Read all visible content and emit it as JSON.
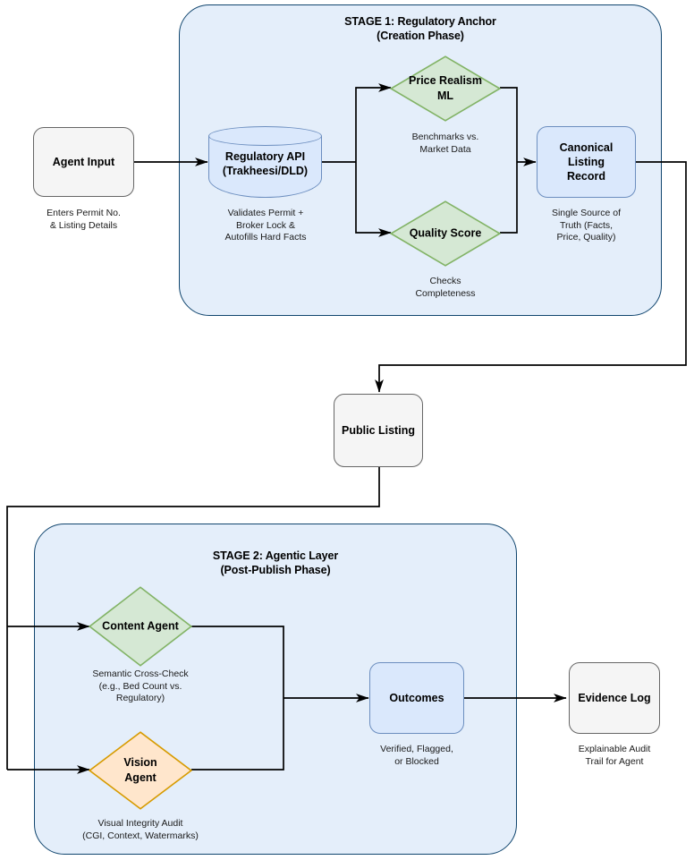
{
  "diagram": {
    "title_implicit": "Two-stage listing verification flow",
    "colors": {
      "stage_fill": "#e4eefa",
      "stage_border": "#10456e",
      "process_blue_fill": "#dae8fc",
      "process_blue_border": "#6c8ebf",
      "decision_green_fill": "#d5e8d4",
      "decision_green_border": "#82b366",
      "decision_orange_fill": "#ffe6cc",
      "decision_orange_border": "#d79b00",
      "neutral_fill": "#f5f5f5",
      "neutral_border": "#666666",
      "edge": "#000000"
    }
  },
  "stages": [
    {
      "id": "stage-1",
      "title_line1": "STAGE 1: Regulatory Anchor",
      "title_line2": "(Creation Phase)"
    },
    {
      "id": "stage-2",
      "title_line1": "STAGE 2: Agentic Layer",
      "title_line2": "(Post-Publish Phase)"
    }
  ],
  "nodes": {
    "agent_input": {
      "label": "Agent Input",
      "caption": "Enters Permit No.\n& Listing Details",
      "shape": "rounded-rect",
      "style": "neutral"
    },
    "regulatory_api": {
      "label": "Regulatory API\n(Trakheesi/DLD)",
      "caption": "Validates Permit +\nBroker Lock &\nAutofills Hard Facts",
      "shape": "cylinder",
      "style": "blue"
    },
    "price_realism": {
      "label": "Price Realism\nML",
      "caption": "Benchmarks vs.\nMarket Data",
      "shape": "diamond",
      "style": "green"
    },
    "quality_score": {
      "label": "Quality Score",
      "caption": "Checks\nCompleteness",
      "shape": "diamond",
      "style": "green"
    },
    "canonical_listing": {
      "label": "Canonical\nListing\nRecord",
      "caption": "Single Source of\nTruth (Facts,\nPrice, Quality)",
      "shape": "rounded-rect",
      "style": "blue"
    },
    "public_listing": {
      "label": "Public Listing",
      "caption": "",
      "shape": "rounded-rect",
      "style": "neutral"
    },
    "content_agent": {
      "label": "Content Agent",
      "caption": "Semantic Cross-Check\n(e.g., Bed Count vs.\nRegulatory)",
      "shape": "diamond",
      "style": "green"
    },
    "vision_agent": {
      "label": "Vision\nAgent",
      "caption": "Visual Integrity Audit\n(CGI, Context, Watermarks)",
      "shape": "diamond",
      "style": "orange"
    },
    "outcomes": {
      "label": "Outcomes",
      "caption": "Verified, Flagged,\nor Blocked",
      "shape": "rounded-rect",
      "style": "blue"
    },
    "evidence_log": {
      "label": "Evidence Log",
      "caption": "Explainable Audit\nTrail for Agent",
      "shape": "rounded-rect",
      "style": "neutral"
    }
  },
  "edges": [
    {
      "from": "agent_input",
      "to": "regulatory_api",
      "arrow": true
    },
    {
      "from": "regulatory_api",
      "to": "price_realism",
      "arrow": true
    },
    {
      "from": "regulatory_api",
      "to": "quality_score",
      "arrow": true
    },
    {
      "from": "price_realism",
      "to": "canonical_listing",
      "arrow": true
    },
    {
      "from": "quality_score",
      "to": "canonical_listing",
      "arrow": true
    },
    {
      "from": "canonical_listing",
      "to": "public_listing",
      "arrow": true
    },
    {
      "from": "public_listing",
      "to": "content_agent",
      "arrow": true
    },
    {
      "from": "public_listing",
      "to": "vision_agent",
      "arrow": true
    },
    {
      "from": "content_agent",
      "to": "outcomes",
      "arrow": true
    },
    {
      "from": "vision_agent",
      "to": "outcomes",
      "arrow": true
    },
    {
      "from": "outcomes",
      "to": "evidence_log",
      "arrow": true
    }
  ]
}
